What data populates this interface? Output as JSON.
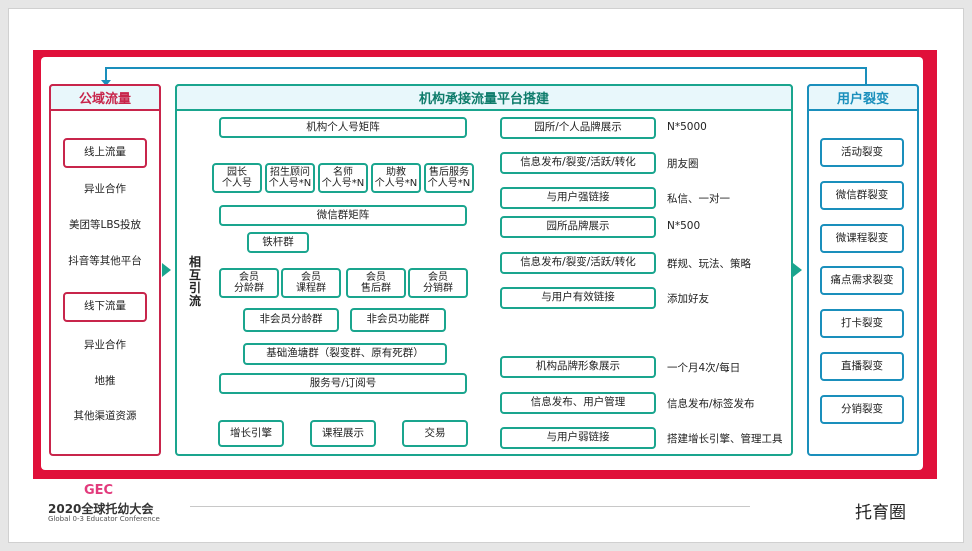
{
  "public": {
    "title": "公域流量",
    "online": "线上流量",
    "online_items": [
      "异业合作",
      "美团等LBS投放",
      "抖音等其他平台"
    ],
    "offline": "线下流量",
    "offline_items": [
      "异业合作",
      "地推",
      "其他渠道资源"
    ]
  },
  "center": {
    "title": "机构承接流量平台搭建",
    "side": "相互引流",
    "personal": "机构个人号矩阵",
    "personal_items": [
      "园长\n个人号",
      "招生顾问\n个人号*N",
      "名师\n个人号*N",
      "助教\n个人号*N",
      "售后服务\n个人号*N"
    ],
    "wechat_group": "微信群矩阵",
    "iron_group": "铁杆群",
    "member_groups": [
      "会员\n分龄群",
      "会员\n课程群",
      "会员\n售后群",
      "会员\n分销群"
    ],
    "nonmember": [
      "非会员分龄群",
      "非会员功能群"
    ],
    "base_group": "基础渔塘群（裂变群、原有死群）",
    "service": "服务号/订阅号",
    "service_items": [
      "增长引擎",
      "课程展示",
      "交易"
    ],
    "right_boxes": [
      "园所/个人品牌展示",
      "信息发布/裂变/活跃/转化",
      "与用户强链接",
      "园所品牌展示",
      "信息发布/裂变/活跃/转化",
      "与用户有效链接",
      "机构品牌形象展示",
      "信息发布、用户管理",
      "与用户弱链接"
    ],
    "right_notes": [
      "N*5000",
      "朋友圈",
      "私信、一对一",
      "N*500",
      "群规、玩法、策略",
      "添加好友",
      "一个月4次/每日",
      "信息发布/标签发布",
      "搭建增长引擎、管理工具"
    ]
  },
  "fission": {
    "title": "用户裂变",
    "items": [
      "活动裂变",
      "微信群裂变",
      "微课程裂变",
      "痛点需求裂变",
      "打卡裂变",
      "直播裂变",
      "分销裂变"
    ]
  },
  "footer": {
    "logo": "GEC",
    "event": "2020全球托幼大会",
    "event_en": "Global 0-3 Educator Conference",
    "brand": "托育圈"
  },
  "colors": {
    "green": "#1aa58e",
    "red": "#c8254b",
    "blue": "#1a8fbc",
    "band": "#e0103a"
  }
}
